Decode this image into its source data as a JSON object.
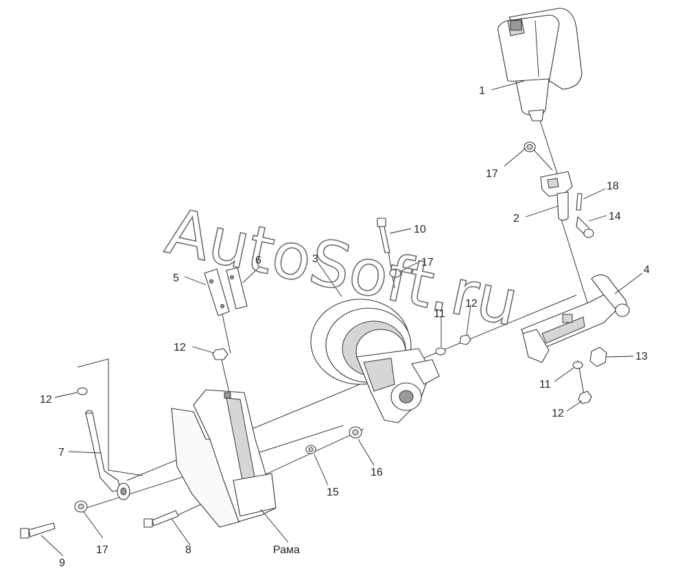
{
  "labels": {
    "l1": "1",
    "l2": "2",
    "l3": "3",
    "l4": "4",
    "l5": "5",
    "l6": "6",
    "l7": "7",
    "l8": "8",
    "l9": "9",
    "l10": "10",
    "l11a": "11",
    "l11b": "11",
    "l12a": "12",
    "l12b": "12",
    "l12c": "12",
    "l12d": "12",
    "l13": "13",
    "l14": "14",
    "l15": "15",
    "l16": "16",
    "l17a": "17",
    "l17b": "17",
    "l17c": "17",
    "l18": "18",
    "frame": "Рама"
  },
  "watermark": "AutoSoft.ru",
  "icons": {
    "cylinder": "pneumatic-cylinder-icon",
    "clevis": "clevis-fork-icon",
    "lever": "lever-arm-icon",
    "compressor": "compressor-housing-icon",
    "bracket": "frame-bracket-icon",
    "rod": "adjusting-rod-icon"
  }
}
